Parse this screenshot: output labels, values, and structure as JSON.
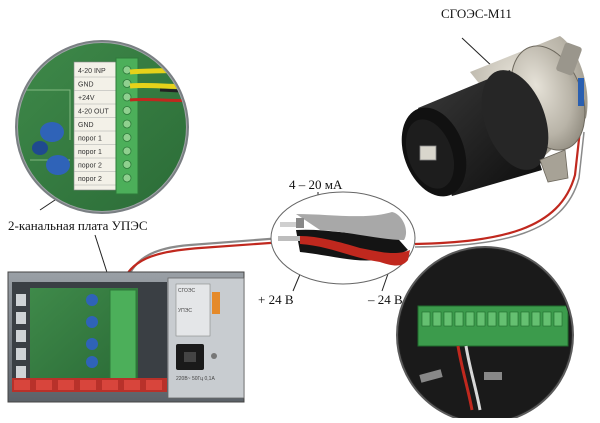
{
  "labels": {
    "sensor": "СГОЭС-М11",
    "current": "4 – 20 мА",
    "plus": "+ 24 В",
    "minus": "– 24 В",
    "board": "2-канальная плата УПЭС"
  },
  "terminal_labels": [
    "4-20 INP",
    "GND",
    "+24V",
    "4-20 OUT",
    "GND",
    "порог 1",
    "порог 1",
    "порог 2",
    "порог 2"
  ],
  "panel_labels": {
    "top": "СГОЭС",
    "upes": "УПЭС",
    "power": "220В~ 50Гц 0,1А"
  },
  "colors": {
    "wire_red": "#c0281e",
    "wire_grey": "#8a8a8a",
    "terminal_green": "#4caf5a",
    "sensor_black": "#1a1a1a",
    "metal": "#b9b4a8"
  }
}
